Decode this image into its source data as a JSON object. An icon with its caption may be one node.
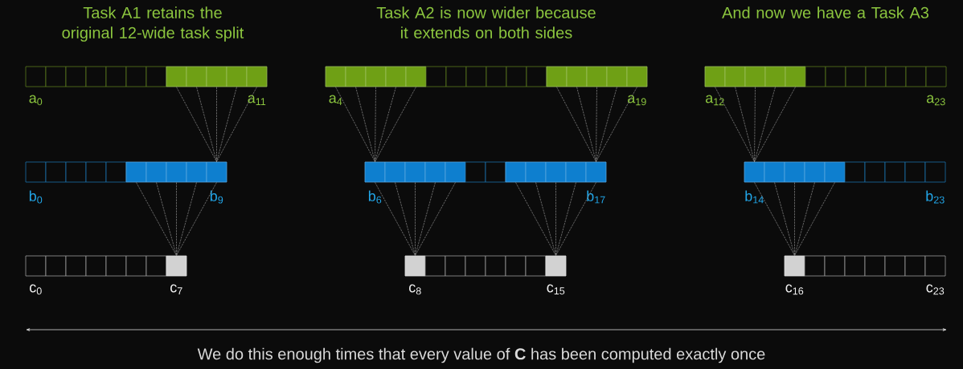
{
  "diagram": {
    "caption": "We do this enough times that every value of **C** has been computed exactly once",
    "labels": [
      "Task A1 retains the original 12-wide task split",
      "Task A2 is now wider because it extends on both sides",
      "And now we have a Task A3"
    ],
    "nodes": [
      {
        "text": [],
        "shape": "box",
        "beside": [
          "a$_{0}$"
        ]
      },
      {
        "text": [],
        "shape": "box"
      },
      {
        "text": [],
        "shape": "box"
      },
      {
        "text": [],
        "shape": "box"
      },
      {
        "text": [],
        "shape": "box"
      },
      {
        "text": [],
        "shape": "box"
      },
      {
        "text": [],
        "shape": "box"
      },
      {
        "text": [],
        "shape": "box"
      },
      {
        "text": [],
        "shape": "box"
      },
      {
        "text": [],
        "shape": "box"
      },
      {
        "text": [],
        "shape": "box"
      },
      {
        "text": [],
        "shape": "box",
        "beside": [
          "a$_{11}$"
        ]
      },
      {
        "text": [],
        "shape": "box",
        "beside": [
          "a$_{4}$"
        ]
      },
      {
        "text": [],
        "shape": "box"
      },
      {
        "text": [],
        "shape": "box"
      },
      {
        "text": [],
        "shape": "box"
      },
      {
        "text": [],
        "shape": "box"
      },
      {
        "text": [],
        "shape": "box"
      },
      {
        "text": [],
        "shape": "box"
      },
      {
        "text": [],
        "shape": "box"
      },
      {
        "text": [],
        "shape": "box"
      },
      {
        "text": [],
        "shape": "box"
      },
      {
        "text": [],
        "shape": "box"
      },
      {
        "text": [],
        "shape": "box"
      },
      {
        "text": [],
        "shape": "box"
      },
      {
        "text": [],
        "shape": "box"
      },
      {
        "text": [],
        "shape": "box"
      },
      {
        "text": [],
        "shape": "box",
        "beside": [
          "a$_{19}$"
        ]
      },
      {
        "text": [],
        "shape": "box",
        "beside": [
          "a$_{12}$"
        ]
      },
      {
        "text": [],
        "shape": "box"
      },
      {
        "text": [],
        "shape": "box"
      },
      {
        "text": [],
        "shape": "box"
      },
      {
        "text": [],
        "shape": "box"
      },
      {
        "text": [],
        "shape": "box"
      },
      {
        "text": [],
        "shape": "box"
      },
      {
        "text": [],
        "shape": "box"
      },
      {
        "text": [],
        "shape": "box"
      },
      {
        "text": [],
        "shape": "box"
      },
      {
        "text": [],
        "shape": "box"
      },
      {
        "text": [],
        "shape": "box",
        "beside": [
          "a$_{23}$"
        ]
      },
      {
        "text": [],
        "shape": "box",
        "beside": [
          "b$_{0}$"
        ]
      },
      {
        "text": [],
        "shape": "box"
      },
      {
        "text": [],
        "shape": "box"
      },
      {
        "text": [],
        "shape": "box"
      },
      {
        "text": [],
        "shape": "box"
      },
      {
        "text": [],
        "shape": "box"
      },
      {
        "text": [],
        "shape": "box"
      },
      {
        "text": [],
        "shape": "box"
      },
      {
        "text": [],
        "shape": "box"
      },
      {
        "text": [],
        "shape": "box",
        "beside": [
          "b$_{9}$"
        ]
      },
      {
        "text": [],
        "shape": "box",
        "beside": [
          "b$_{6}$"
        ]
      },
      {
        "text": [],
        "shape": "box"
      },
      {
        "text": [],
        "shape": "box"
      },
      {
        "text": [],
        "shape": "box"
      },
      {
        "text": [],
        "shape": "box"
      },
      {
        "text": [],
        "shape": "box"
      },
      {
        "text": [],
        "shape": "box"
      },
      {
        "text": [],
        "shape": "box"
      },
      {
        "text": [],
        "shape": "box"
      },
      {
        "text": [],
        "shape": "box"
      },
      {
        "text": [],
        "shape": "box"
      },
      {
        "text": [],
        "shape": "box",
        "beside": [
          "b$_{17}$"
        ]
      },
      {
        "text": [],
        "shape": "box",
        "beside": [
          "b$_{14}$"
        ]
      },
      {
        "text": [],
        "shape": "box"
      },
      {
        "text": [],
        "shape": "box"
      },
      {
        "text": [],
        "shape": "box"
      },
      {
        "text": [],
        "shape": "box"
      },
      {
        "text": [],
        "shape": "box"
      },
      {
        "text": [],
        "shape": "box"
      },
      {
        "text": [],
        "shape": "box"
      },
      {
        "text": [],
        "shape": "box"
      },
      {
        "text": [],
        "shape": "box",
        "beside": [
          "b$_{23}$"
        ]
      },
      {
        "text": [],
        "shape": "box",
        "beside": [
          "c$_{0}$"
        ]
      },
      {
        "text": [],
        "shape": "box"
      },
      {
        "text": [],
        "shape": "box"
      },
      {
        "text": [],
        "shape": "box"
      },
      {
        "text": [],
        "shape": "box"
      },
      {
        "text": [],
        "shape": "box"
      },
      {
        "text": [],
        "shape": "box"
      },
      {
        "text": [],
        "shape": "box",
        "beside": [
          "c$_{7}$"
        ]
      },
      {
        "text": [],
        "shape": "box",
        "beside": [
          "c$_{8}$"
        ]
      },
      {
        "text": [],
        "shape": "box"
      },
      {
        "text": [],
        "shape": "box"
      },
      {
        "text": [],
        "shape": "box"
      },
      {
        "text": [],
        "shape": "box"
      },
      {
        "text": [],
        "shape": "box"
      },
      {
        "text": [],
        "shape": "box"
      },
      {
        "text": [],
        "shape": "box",
        "beside": [
          "c$_{15}$"
        ]
      },
      {
        "text": [],
        "shape": "box",
        "beside": [
          "c$_{16}$"
        ]
      },
      {
        "text": [],
        "shape": "box"
      },
      {
        "text": [],
        "shape": "box"
      },
      {
        "text": [],
        "shape": "box"
      },
      {
        "text": [],
        "shape": "box"
      },
      {
        "text": [],
        "shape": "box"
      },
      {
        "text": [],
        "shape": "box"
      },
      {
        "text": [],
        "shape": "box",
        "beside": [
          "c$_{23}$"
        ]
      }
    ],
    "edges": [
      {
        "from": 7,
        "to": 49,
        "arrow": "none"
      },
      {
        "from": 8,
        "to": 49,
        "arrow": "none"
      },
      {
        "from": 9,
        "to": 49,
        "arrow": "none"
      },
      {
        "from": 10,
        "to": 49,
        "arrow": "none"
      },
      {
        "from": 11,
        "to": 49,
        "arrow": "none"
      },
      {
        "from": 12,
        "to": 50,
        "arrow": "none"
      },
      {
        "from": 13,
        "to": 50,
        "arrow": "none"
      },
      {
        "from": 14,
        "to": 50,
        "arrow": "none"
      },
      {
        "from": 15,
        "to": 50,
        "arrow": "none"
      },
      {
        "from": 16,
        "to": 50,
        "arrow": "none"
      },
      {
        "from": 23,
        "to": 61,
        "arrow": "none"
      },
      {
        "from": 24,
        "to": 61,
        "arrow": "none"
      },
      {
        "from": 25,
        "to": 61,
        "arrow": "none"
      },
      {
        "from": 26,
        "to": 61,
        "arrow": "none"
      },
      {
        "from": 27,
        "to": 61,
        "arrow": "none"
      },
      {
        "from": 28,
        "to": 62,
        "arrow": "none"
      },
      {
        "from": 29,
        "to": 62,
        "arrow": "none"
      },
      {
        "from": 30,
        "to": 62,
        "arrow": "none"
      },
      {
        "from": 31,
        "to": 62,
        "arrow": "none"
      },
      {
        "from": 32,
        "to": 62,
        "arrow": "none"
      },
      {
        "from": 45,
        "to": 79,
        "arrow": "none"
      },
      {
        "from": 46,
        "to": 79,
        "arrow": "none"
      },
      {
        "from": 47,
        "to": 79,
        "arrow": "none"
      },
      {
        "from": 48,
        "to": 79,
        "arrow": "none"
      },
      {
        "from": 49,
        "to": 79,
        "arrow": "none"
      },
      {
        "from": 50,
        "to": 80,
        "arrow": "none"
      },
      {
        "from": 51,
        "to": 80,
        "arrow": "none"
      },
      {
        "from": 52,
        "to": 80,
        "arrow": "none"
      },
      {
        "from": 53,
        "to": 80,
        "arrow": "none"
      },
      {
        "from": 54,
        "to": 80,
        "arrow": "none"
      },
      {
        "from": 57,
        "to": 87,
        "arrow": "none"
      },
      {
        "from": 58,
        "to": 87,
        "arrow": "none"
      },
      {
        "from": 59,
        "to": 87,
        "arrow": "none"
      },
      {
        "from": 60,
        "to": 87,
        "arrow": "none"
      },
      {
        "from": 61,
        "to": 87,
        "arrow": "none"
      },
      {
        "from": 62,
        "to": 88,
        "arrow": "none"
      },
      {
        "from": 63,
        "to": 88,
        "arrow": "none"
      },
      {
        "from": 64,
        "to": 88,
        "arrow": "none"
      },
      {
        "from": 65,
        "to": 88,
        "arrow": "none"
      },
      {
        "from": 66,
        "to": 88,
        "arrow": "none"
      }
    ]
  }
}
